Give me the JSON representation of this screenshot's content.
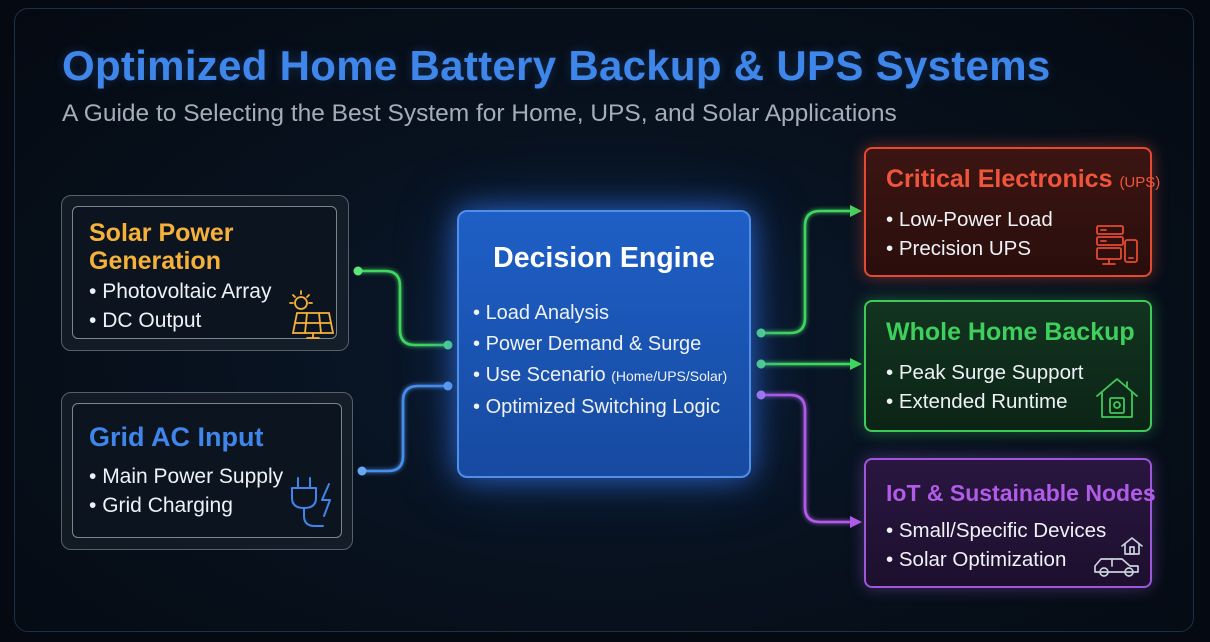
{
  "title": "Optimized Home Battery Backup & UPS Systems",
  "subtitle": "A Guide to Selecting the Best System for Home, UPS, and Solar Applications",
  "inputs": {
    "solar": {
      "title_line1": "Solar Power",
      "title_line2": "Generation",
      "items": [
        "Photovoltaic Array",
        "DC Output"
      ],
      "icon": "solar-panel-icon",
      "color": "#f6b13a"
    },
    "grid": {
      "title": "Grid AC Input",
      "items": [
        "Main Power Supply",
        "Grid Charging"
      ],
      "icon": "power-plug-icon",
      "color": "#3f86ea"
    }
  },
  "engine": {
    "title": "Decision Engine",
    "items": [
      "Load Analysis",
      "Power Demand & Surge",
      "Use Scenario",
      "Optimized Switching Logic"
    ],
    "scenario_note": "(Home/UPS/Solar)",
    "color": "#1e5fc6"
  },
  "outputs": {
    "critical": {
      "title": "Critical Electronics",
      "title_note": "(UPS)",
      "items": [
        "Low-Power Load",
        "Precision UPS"
      ],
      "icon": "computer-devices-icon",
      "color": "#f0553c"
    },
    "home": {
      "title": "Whole Home Backup",
      "items": [
        "Peak Surge Support",
        "Extended Runtime"
      ],
      "icon": "home-battery-icon",
      "color": "#3ed05c"
    },
    "iot": {
      "title": "IoT & Sustainable Nodes",
      "items": [
        "Small/Specific Devices",
        "Solar Optimization"
      ],
      "icon": "car-home-icon",
      "color": "#b15ce8"
    }
  }
}
